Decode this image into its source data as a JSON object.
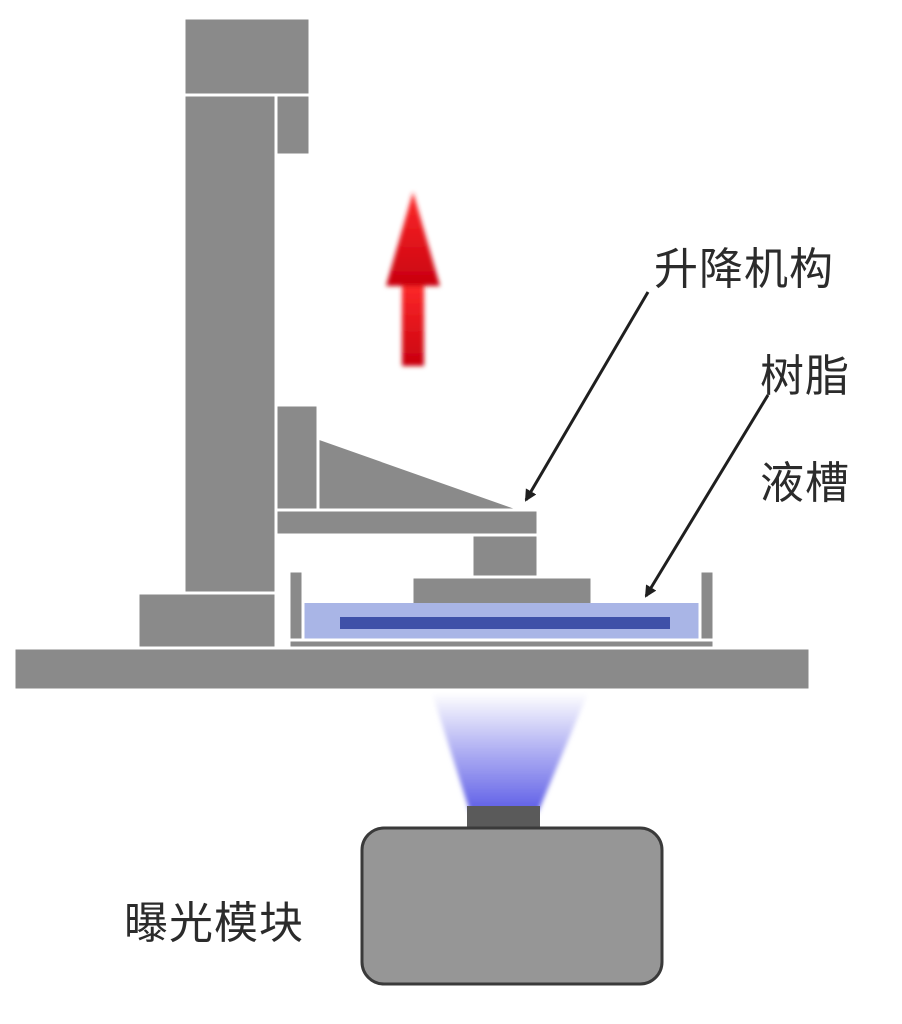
{
  "labels": {
    "lift_mechanism": "升降机构",
    "resin": "树脂",
    "tank": "液槽",
    "exposure_module": "曝光模块"
  },
  "colors": {
    "machine_gray": "#8a8a8a",
    "outline": "#ffffff",
    "resin_light": "#a9b5e6",
    "resin_dark": "#3f51a8",
    "light_beam": "#6f6fe8",
    "arrow_red": "#e0101c",
    "pointer_line": "#1f1f1f"
  },
  "icons": {
    "motion_arrow": "up-arrow-icon"
  }
}
